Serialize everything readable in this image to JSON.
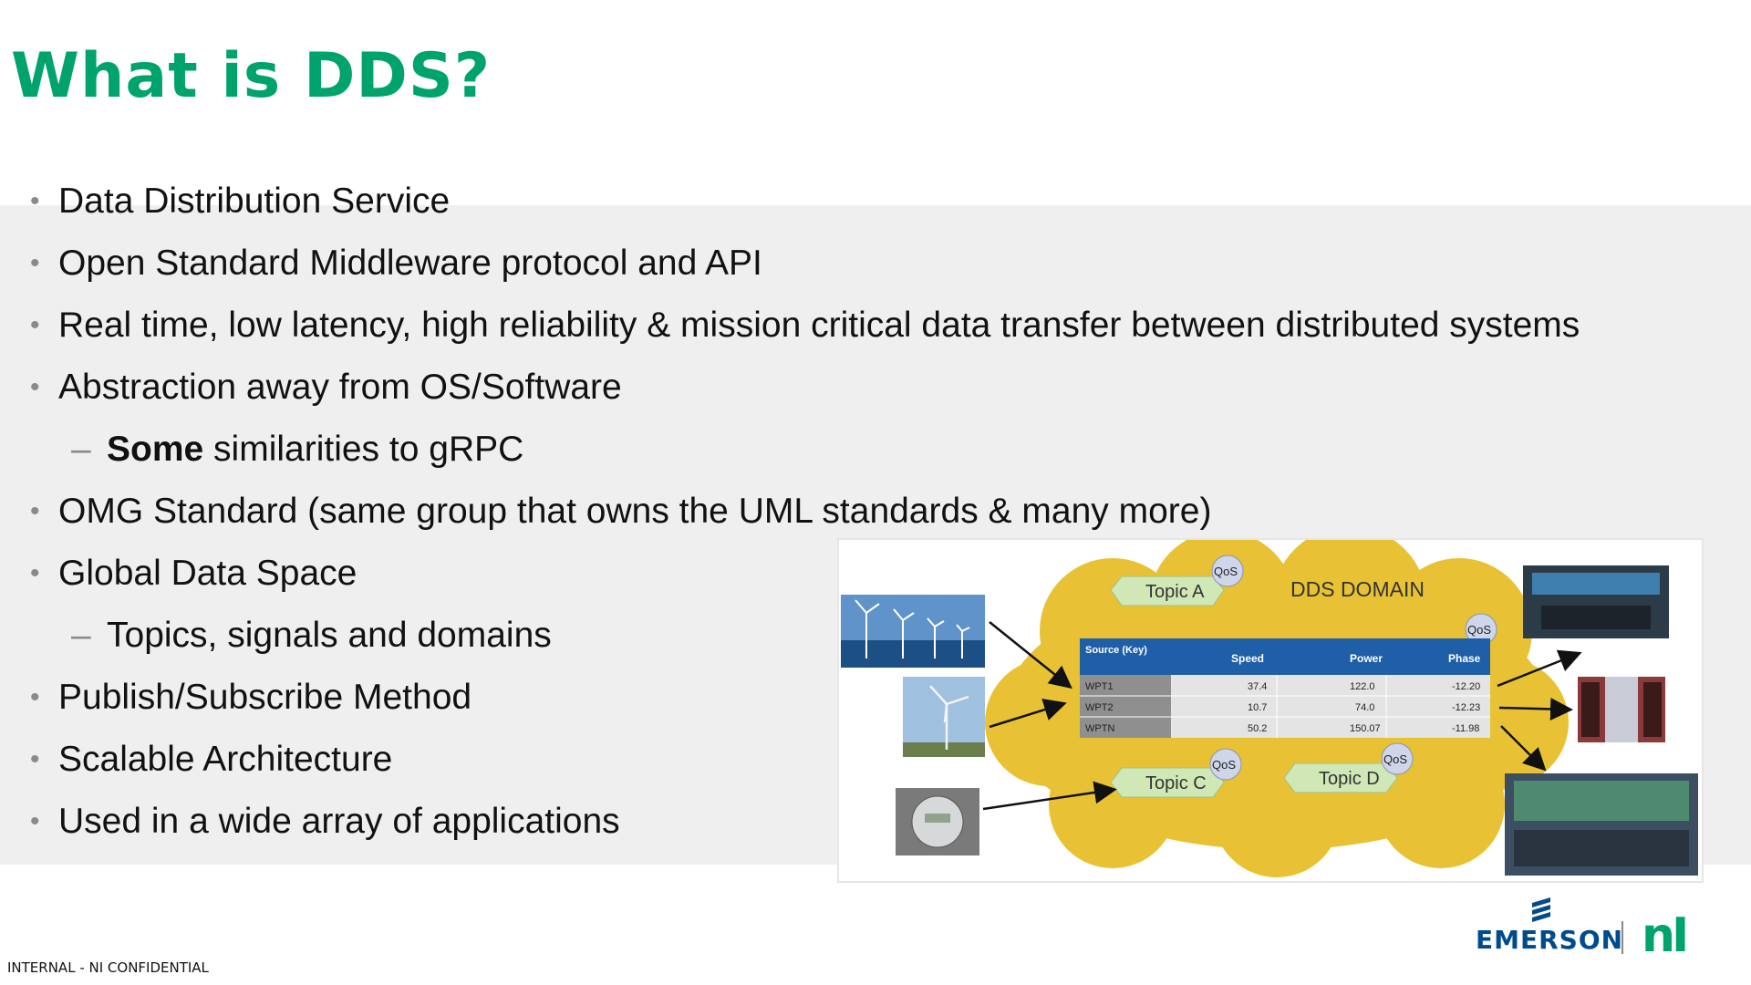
{
  "slide": {
    "title": "What is DDS?",
    "bullets": [
      {
        "level": 1,
        "text": "Data Distribution Service"
      },
      {
        "level": 1,
        "text": "Open Standard Middleware protocol and API"
      },
      {
        "level": 1,
        "text": "Real time, low latency, high reliability & mission critical data transfer between distributed systems"
      },
      {
        "level": 1,
        "text": "Abstraction away from OS/Software"
      },
      {
        "level": 2,
        "bold": "Some",
        "text": " similarities to gRPC"
      },
      {
        "level": 1,
        "text": "OMG Standard (same group that owns the UML standards & many more)"
      },
      {
        "level": 1,
        "text": "Global Data Space"
      },
      {
        "level": 2,
        "text": "Topics, signals and domains"
      },
      {
        "level": 1,
        "text": "Publish/Subscribe Method"
      },
      {
        "level": 1,
        "text": "Scalable Architecture"
      },
      {
        "level": 1,
        "text": "Used in a wide array of applications"
      }
    ],
    "bullet_glyphs": {
      "level1": "•",
      "level2": "–"
    }
  },
  "diagram": {
    "domain_label": "DDS DOMAIN",
    "qos_label": "QoS",
    "topics": [
      "Topic A",
      "Topic C",
      "Topic D"
    ],
    "table": {
      "headers": [
        "Source (Key)",
        "Speed",
        "Power",
        "Phase"
      ],
      "rows": [
        [
          "WPT1",
          "37.4",
          "122.0",
          "-12.20"
        ],
        [
          "WPT2",
          "10.7",
          "74.0",
          "-12.23"
        ],
        [
          "WPTN",
          "50.2",
          "150.07",
          "-11.98"
        ]
      ]
    }
  },
  "footer": {
    "confidential": "INTERNAL - NI CONFIDENTIAL"
  },
  "logos": {
    "emerson": "EMERSON",
    "ni": "nI"
  },
  "colors": {
    "title": "#00A36C",
    "band": "#efefef",
    "cloud": "#E8C234",
    "table_header": "#1F5FA8",
    "topic_box": "#CFE8B5",
    "emerson": "#004B8D"
  }
}
